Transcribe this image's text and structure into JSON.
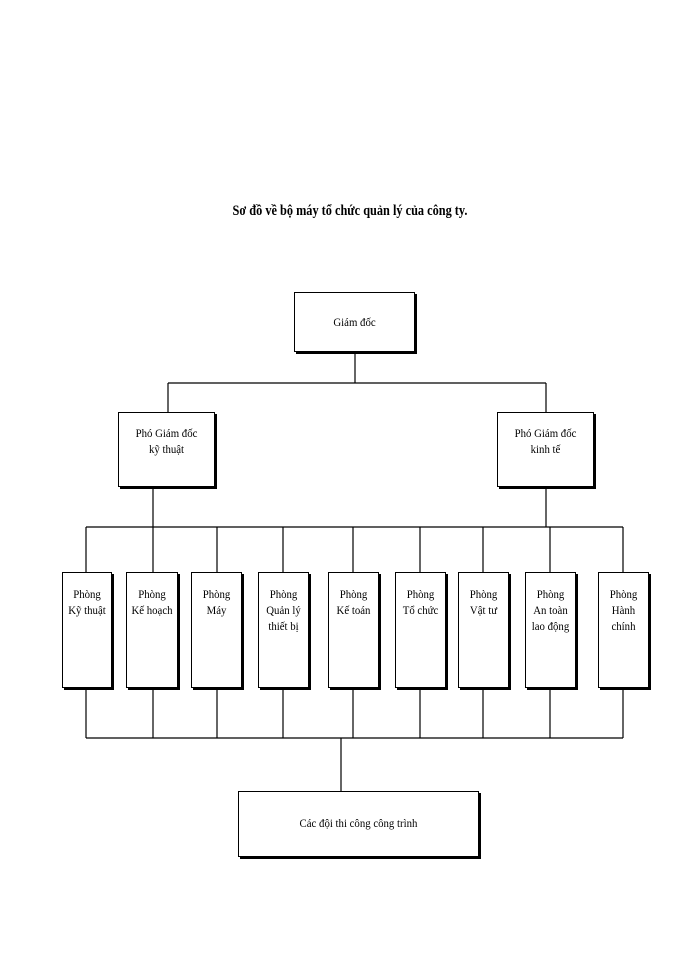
{
  "title": "Sơ đồ về bộ máy tổ chức quản lý của công ty.",
  "director": {
    "lines": [
      "Giám đốc"
    ]
  },
  "deputies": [
    {
      "lines": [
        "Phó Giám  đốc",
        "kỹ thuật"
      ]
    },
    {
      "lines": [
        "Phó Giám  đốc",
        "kinh tế"
      ]
    }
  ],
  "departments": [
    {
      "lines": [
        "Phòng",
        "Kỹ thuật"
      ]
    },
    {
      "lines": [
        "Phòng",
        "Kế hoạch"
      ]
    },
    {
      "lines": [
        "Phòng",
        "Máy"
      ]
    },
    {
      "lines": [
        "Phòng",
        "Quản lý",
        "thiết  bị"
      ]
    },
    {
      "lines": [
        "Phòng",
        "Kế toán"
      ]
    },
    {
      "lines": [
        "Phòng",
        "Tổ chức"
      ]
    },
    {
      "lines": [
        "Phòng",
        "Vật tư"
      ]
    },
    {
      "lines": [
        "Phòng",
        "An toàn",
        "lao động"
      ]
    },
    {
      "lines": [
        "Phòng",
        "Hành",
        "chính"
      ]
    }
  ],
  "teams": {
    "lines": [
      "Các đội thi công công trình"
    ]
  }
}
